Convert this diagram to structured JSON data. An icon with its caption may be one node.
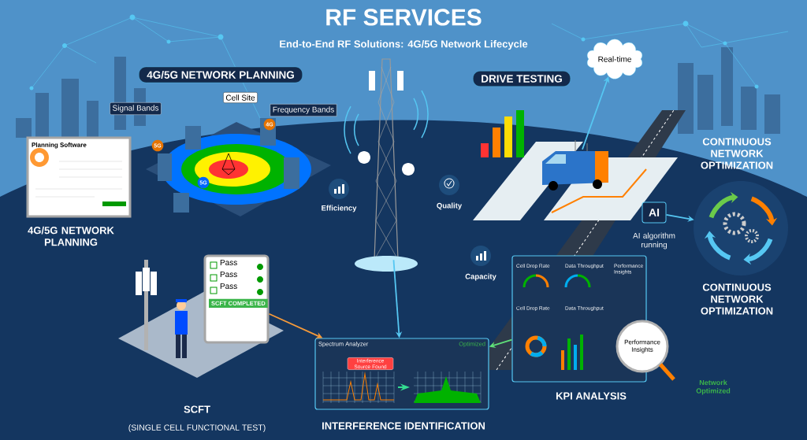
{
  "diagram": {
    "title": "RF SERVICES",
    "nodes": [
      {
        "text": [
          "4G/5G NETWORK PLANNING"
        ]
      },
      {
        "text": [
          "Real-time"
        ]
      },
      {
        "text": [
          "DRIVE TESTING"
        ]
      },
      {
        "text": [
          "Cell Site"
        ]
      },
      {
        "text": [
          "Signal Bands"
        ]
      },
      {
        "text": [
          "Frequency Bands"
        ]
      },
      {
        "text": [],
        "shape": "picture"
      },
      {
        "text": [],
        "shape": "picture"
      },
      {
        "text": [
          "Planning Software"
        ]
      },
      {
        "text": [
          "AI"
        ]
      },
      {
        "text": [],
        "shape": "picture"
      },
      {
        "text": [
          "Cell Drop Rate",
          "Data Throughput",
          "Performance Insights",
          "Cell Drop Rate",
          "Data Throughput"
        ]
      },
      {
        "text": [
          "Performance Insights"
        ]
      },
      {
        "text": [
          "Pass",
          "Pass",
          "Pass",
          "SCFT COMPLETED"
        ]
      },
      {
        "text": [
          "Spectrum Analyzer",
          "Optimized"
        ]
      },
      {
        "text": [
          "Interference Source Found"
        ],
        "in": 14
      }
    ],
    "edges": [
      {
        "from": 6,
        "to": 14,
        "arrow": "to"
      },
      {
        "from": 13,
        "to": 14,
        "arrow": "to",
        "color": "#f59a3a"
      },
      {
        "from": 11,
        "to": 14,
        "arrow": "to",
        "color": "#5fe07a"
      },
      {
        "from": 7,
        "to": 1,
        "arrow": "to"
      },
      {
        "from": 9,
        "to": 10,
        "arrow": "to"
      }
    ],
    "labels": [
      "End-to-End RF Solutions: 4G/5G Network Lifecycle",
      "4G",
      "5G",
      "CONTINUOUS NETWORK OPTIMIZATION",
      "5G",
      "Efficiency",
      "Quality",
      "4G/5G NETWORK PLANNING",
      "AI algorithm running",
      "Capacity",
      "CONTINUOUS NETWORK OPTIMIZATION",
      "Network Optimized",
      "KPI ANALYSIS",
      "SCFT",
      "(SINGLE CELL FUNCTIONAL TEST)",
      "INTERFERENCE IDENTIFICATION"
    ]
  }
}
